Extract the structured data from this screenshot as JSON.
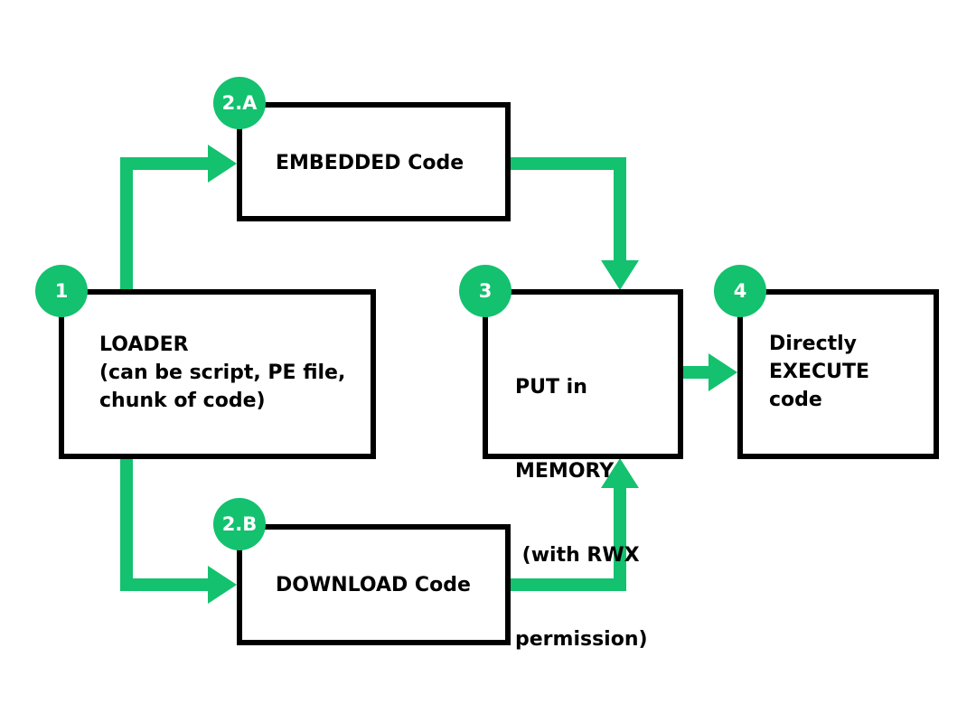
{
  "colors": {
    "accent": "#13c16e",
    "box_border": "#000000",
    "text": "#000000",
    "badge_text": "#ffffff"
  },
  "nodes": {
    "loader": {
      "badge": "1",
      "lines": [
        "LOADER",
        "(can be script, PE file,",
        "chunk of code)"
      ]
    },
    "embedded": {
      "badge": "2.A",
      "lines": [
        "EMBEDDED Code"
      ]
    },
    "download": {
      "badge": "2.B",
      "lines": [
        "DOWNLOAD Code"
      ]
    },
    "memory": {
      "badge": "3",
      "lines": [
        "PUT in",
        "MEMORY",
        " (with RWX",
        "permission)"
      ]
    },
    "execute": {
      "badge": "4",
      "lines": [
        "Directly",
        "EXECUTE",
        "code"
      ]
    }
  },
  "edges": [
    {
      "from": "loader",
      "to": "embedded"
    },
    {
      "from": "loader",
      "to": "download"
    },
    {
      "from": "embedded",
      "to": "memory"
    },
    {
      "from": "download",
      "to": "memory"
    },
    {
      "from": "memory",
      "to": "execute"
    }
  ]
}
